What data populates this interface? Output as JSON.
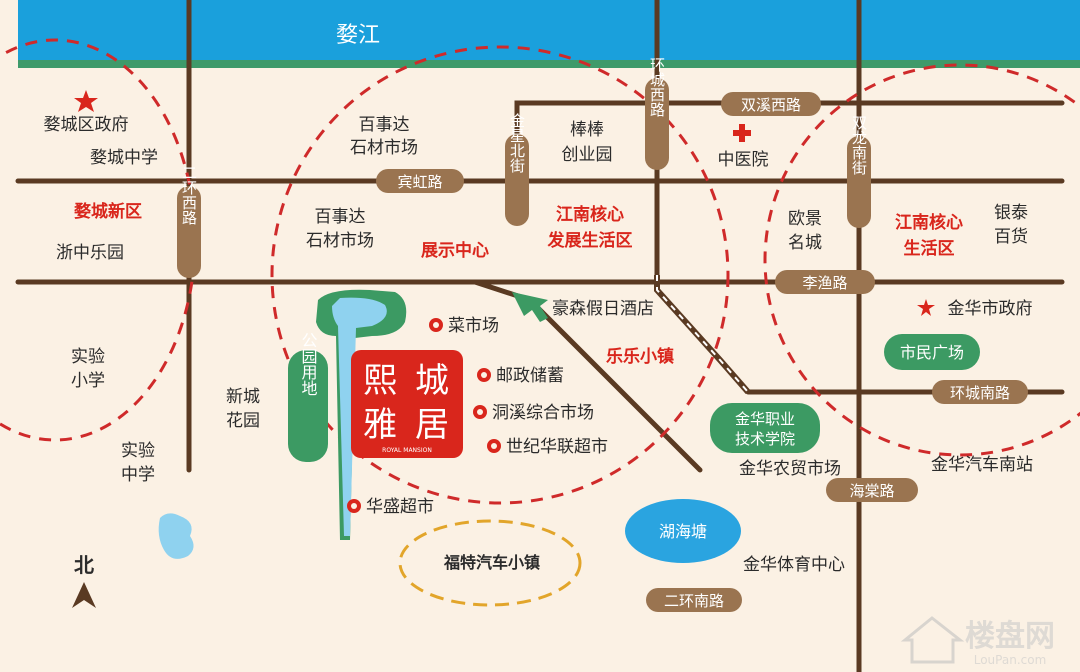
{
  "colors": {
    "background": "#fbf1e4",
    "river": "#1aa0dc",
    "riverbank": "#3e9a6a",
    "road": "#5a3a22",
    "road_label": "#9a7450",
    "district_red": "#d9261c",
    "green_block": "#3c9a63",
    "dash_red": "#cf2a2a",
    "dash_yellow": "#e2a52a",
    "text": "#2b2b2b"
  },
  "river": {
    "name": "婺江"
  },
  "roads": {
    "shuangxi_west": "双溪西路",
    "binhong": "宾虹路",
    "liyu": "李渔路",
    "huancheng_south": "环城南路",
    "haitang": "海棠路",
    "erhuan_south": "二环南路",
    "erhuan_west": "二环西路",
    "jinxing_north": "金星北街",
    "huancheng_west": "环城西路",
    "shuanglong_south": "双龙南街"
  },
  "districts": {
    "wucheng_new": "婺城新区",
    "jiangnan_dev_1": "江南核心",
    "jiangnan_dev_2": "发展生活区",
    "jiangnan_life_1": "江南核心",
    "jiangnan_life_2": "生活区",
    "exhibition": "展示中心",
    "lele_town": "乐乐小镇"
  },
  "places": {
    "wucheng_gov": "婺城区政府",
    "wucheng_middle": "婺城中学",
    "zhezhong_park": "浙中乐园",
    "baishida_1_a": "百事达",
    "baishida_1_b": "石材市场",
    "baishida_2_a": "百事达",
    "baishida_2_b": "石材市场",
    "bangbang_a": "棒棒",
    "bangbang_b": "创业园",
    "tcm_hospital": "中医院",
    "oujing_a": "欧景",
    "oujing_b": "名城",
    "yintai_a": "银泰",
    "yintai_b": "百货",
    "haosen_hotel": "豪森假日酒店",
    "jinhua_gov": "金华市政府",
    "civic_square": "市民广场",
    "vegetable_market": "菜市场",
    "postal_savings": "邮政储蓄",
    "dongxi_market": "洞溪综合市场",
    "century_lianhua": "世纪华联超市",
    "huasheng": "华盛超市",
    "shiyan_primary_a": "实验",
    "shiyan_primary_b": "小学",
    "xincheng_garden_a": "新城",
    "xincheng_garden_b": "花园",
    "shiyan_middle_a": "实验",
    "shiyan_middle_b": "中学",
    "vocational_a": "金华职业",
    "vocational_b": "技术学院",
    "farm_market": "金华农贸市场",
    "bus_station": "金华汽车南站",
    "huhai_pond": "湖海塘",
    "sports_center": "金华体育中心",
    "ford_town": "福特汽车小镇",
    "park_land": "公园用地"
  },
  "project": {
    "name_1": "熙",
    "name_2": "城",
    "name_3": "雅",
    "name_4": "居",
    "sub": "ROYAL MANSION"
  },
  "compass": {
    "label": "北"
  },
  "watermark": {
    "logo": "楼盘网",
    "url": "LouPan.com"
  }
}
